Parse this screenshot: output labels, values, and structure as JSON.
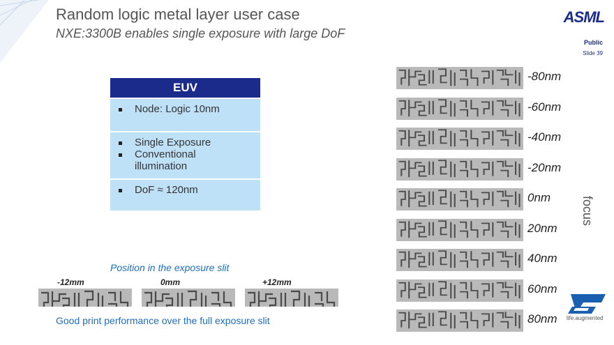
{
  "header": {
    "title": "Random logic metal layer user case",
    "subtitle": "NXE:3300B enables single exposure with large DoF",
    "logo": "ASML",
    "classification": "Public",
    "slide_number": "Slide 39"
  },
  "euv_table": {
    "heading": "EUV",
    "rows": [
      {
        "items": [
          "Node: Logic 10nm"
        ]
      },
      {
        "items": [
          "Single Exposure",
          "Conventional illumination"
        ]
      },
      {
        "items": [
          "DoF ≈ 120nm"
        ]
      }
    ]
  },
  "slit": {
    "title": "Position in the exposure slit",
    "positions": [
      "-12mm",
      "0mm",
      "+12mm"
    ],
    "caption": "Good print performance over the full exposure slit"
  },
  "focus": {
    "axis_label": "focus",
    "levels": [
      "-80nm",
      "-60nm",
      "-40nm",
      "-20nm",
      "0nm",
      "20nm",
      "40nm",
      "60nm",
      "80nm"
    ]
  },
  "partner": {
    "logo": "ST",
    "tagline": "life.augmented"
  }
}
